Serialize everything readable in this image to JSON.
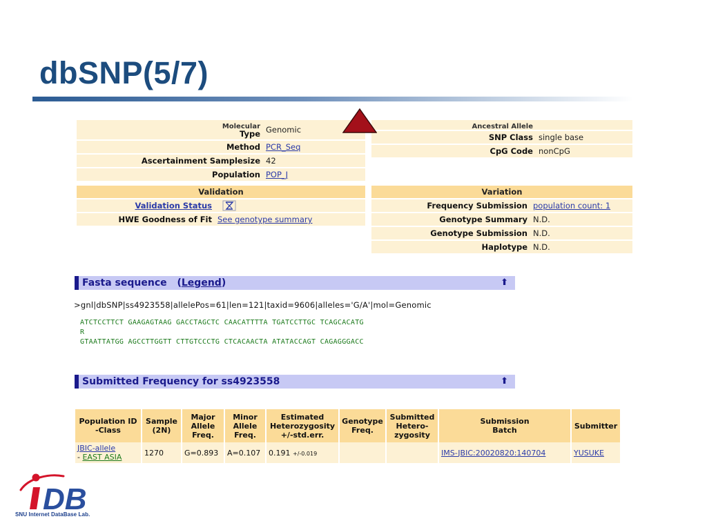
{
  "slide": {
    "title": "dbSNP(5/7)"
  },
  "top_left_rows": [
    {
      "label": "Type",
      "label_top": "Molecular",
      "value": "Genomic",
      "link": false
    },
    {
      "label": "Method",
      "value": "PCR_Seq",
      "link": true
    },
    {
      "label": "Ascertainment Samplesize",
      "value": "42",
      "link": false
    },
    {
      "label": "Population",
      "value": "POP_J",
      "link": true
    }
  ],
  "top_right_rows": [
    {
      "label": "Ancestral Allele",
      "value": ""
    },
    {
      "label": "SNP Class",
      "value": "single base"
    },
    {
      "label": "CpG Code",
      "value": "nonCpG"
    }
  ],
  "validation": {
    "header": "Validation",
    "status_label": "Validation Status",
    "hwe_label": "HWE Goodness of Fit",
    "hwe_value": "See genotype summary"
  },
  "variation": {
    "header": "Variation",
    "rows": [
      {
        "label": "Frequency Submission",
        "value": "population count: 1",
        "link": true
      },
      {
        "label": "Genotype Summary",
        "value": "N.D.",
        "link": false
      },
      {
        "label": "Genotype Submission",
        "value": "N.D.",
        "link": false
      },
      {
        "label": "Haplotype",
        "value": "N.D.",
        "link": false
      }
    ]
  },
  "fasta": {
    "section_title": "Fasta sequence",
    "legend_open": "(",
    "legend_link": "Legend",
    "legend_close": ")",
    "header_line": ">gnl|dbSNP|ss4923558|allelePos=61|len=121|taxid=9606|alleles='G/A'|mol=Genomic",
    "seq_line1": "ATCTCCTTCT GAAGAGTAAG GACCTAGCTC CAACATTTTA TGATCCTTGC TCAGCACATG",
    "seq_line2": "R",
    "seq_line3": "GTAATTATGG AGCCTTGGTT CTTGTCCCTG CTCACAACTA ATATACCAGT CAGAGGGACC"
  },
  "frequency": {
    "section_title": "Submitted Frequency for ss4923558",
    "headers": {
      "population": [
        "Population ID",
        "-Class"
      ],
      "sample": [
        "Sample",
        "(2N)"
      ],
      "major": [
        "Major",
        "Allele",
        "Freq."
      ],
      "minor": [
        "Minor",
        "Allele",
        "Freq."
      ],
      "het": [
        "Estimated",
        "Heterozygosity",
        "+/-std.err."
      ],
      "geno": [
        "Genotype",
        "Freq."
      ],
      "shet": [
        "Submitted",
        "Hetero-",
        "zygosity"
      ],
      "batch": [
        "Submission",
        "Batch"
      ],
      "submitter": [
        "Submitter"
      ]
    },
    "row": {
      "population_line1": "JBIC-allele",
      "population_line2_prefix": "- ",
      "population_line2": "EAST ASIA",
      "sample": "1270",
      "major": "G=0.893",
      "minor": "A=0.107",
      "het": "0.191",
      "het_err": "+/-0.019",
      "geno": "",
      "shet": "",
      "batch": "IMS-JBIC:20020820:140704",
      "submitter": "YUSUKE"
    }
  },
  "logo": {
    "letters": "iDB",
    "subtitle": "SNU Internet DataBase Lab."
  },
  "up_arrow": "⬆",
  "colors": {
    "title": "#1c4c7e",
    "section_bar": "#c7c9f4",
    "header_cell": "#fbdb98",
    "data_cell": "#fdf1d4",
    "link": "#2a3aa8",
    "sequence": "#1c7a1c",
    "triangle": "#a3101a"
  }
}
